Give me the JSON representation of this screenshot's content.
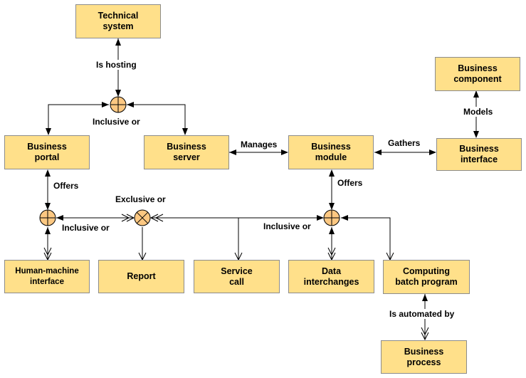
{
  "nodes": {
    "technical_system": {
      "line1": "Technical",
      "line2": "system"
    },
    "business_component": {
      "line1": "Business",
      "line2": "component"
    },
    "business_portal": {
      "line1": "Business",
      "line2": "portal"
    },
    "business_server": {
      "line1": "Business",
      "line2": "server"
    },
    "business_module": {
      "line1": "Business",
      "line2": "module"
    },
    "business_interface": {
      "line1": "Business",
      "line2": "interface"
    },
    "human_machine_interface": {
      "line1": "Human-machine",
      "line2": "interface"
    },
    "report": {
      "line1": "Report"
    },
    "service_call": {
      "line1": "Service",
      "line2": "call"
    },
    "data_interchanges": {
      "line1": "Data",
      "line2": "interchanges"
    },
    "computing_batch_program": {
      "line1": "Computing",
      "line2": "batch program"
    },
    "business_process": {
      "line1": "Business",
      "line2": "process"
    }
  },
  "relations": {
    "is_hosting": "Is hosting",
    "models": "Models",
    "manages": "Manages",
    "gathers": "Gathers",
    "offers_portal": "Offers",
    "offers_module": "Offers",
    "is_automated_by": "Is automated by"
  },
  "gates": {
    "inclusive_or_top": "Inclusive or",
    "exclusive_or": "Exclusive or",
    "inclusive_or_left": "Inclusive or",
    "inclusive_or_right": "Inclusive or"
  },
  "colors": {
    "box_fill": "#ffe08a",
    "gate_fill": "#fcc882",
    "line": "#000000"
  }
}
